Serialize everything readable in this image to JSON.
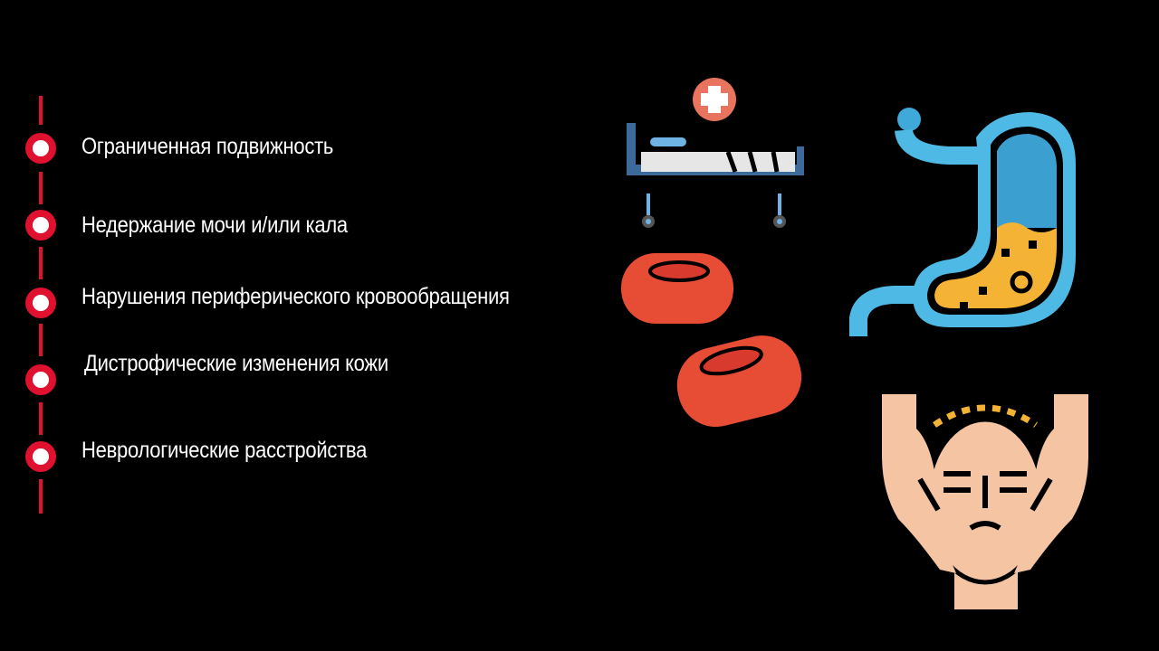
{
  "slide": {
    "background": "#000000",
    "accent_color": "#e0102f",
    "items": [
      {
        "label": "Ограниченная подвижность"
      },
      {
        "label": "Недержание мочи и/или кала"
      },
      {
        "label": "Нарушения периферического кровообращения"
      },
      {
        "label": "Дистрофические изменения кожи"
      },
      {
        "label": "Неврологические расстройства"
      }
    ],
    "illustrations": [
      {
        "name": "hospital-bed-icon"
      },
      {
        "name": "stomach-icon"
      },
      {
        "name": "red-blood-cells-icon"
      },
      {
        "name": "face-massage-icon"
      }
    ]
  }
}
